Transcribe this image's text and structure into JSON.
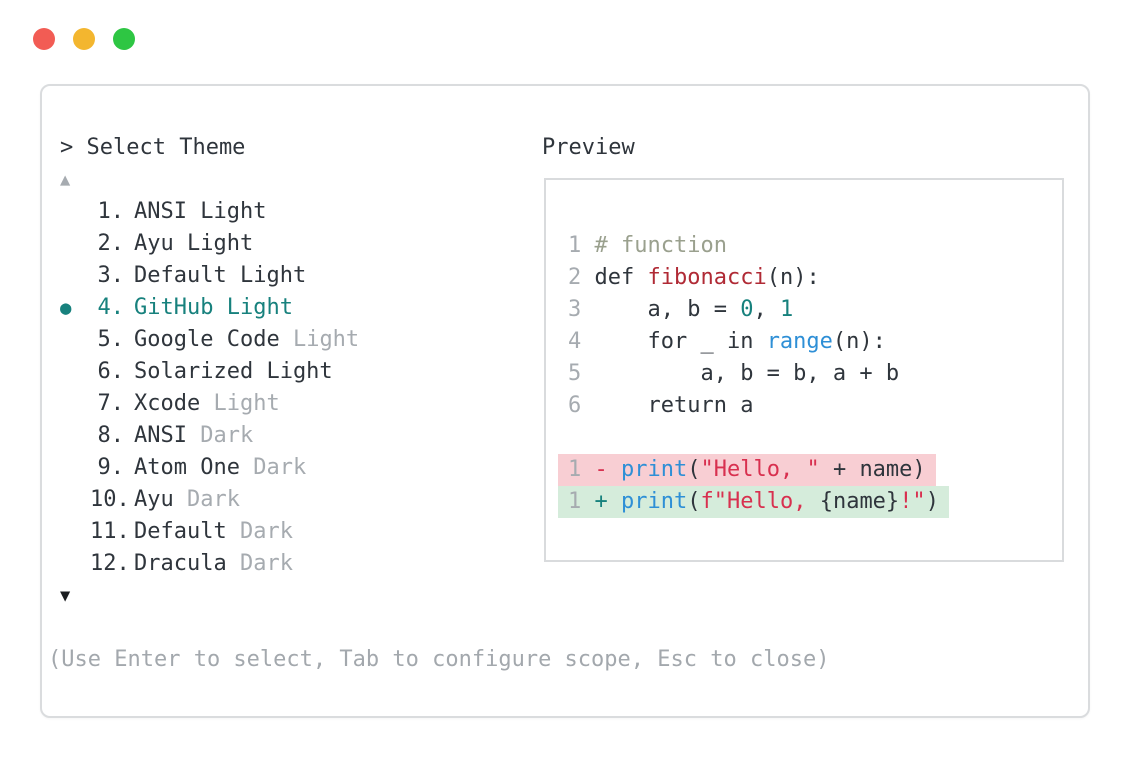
{
  "window": {
    "controls": [
      {
        "name": "close-button",
        "color": "#f25c54"
      },
      {
        "name": "minimize-button",
        "color": "#f3b62f"
      },
      {
        "name": "zoom-button",
        "color": "#2ec643"
      }
    ]
  },
  "prompt": {
    "text": "> Select Theme"
  },
  "scroll": {
    "up_icon": "▲",
    "down_icon": "▼"
  },
  "theme_list": {
    "selected_bullet": "●",
    "selected_index": 3,
    "items": [
      {
        "number": "1",
        "name": "ANSI Light"
      },
      {
        "number": "2",
        "name": "Ayu Light"
      },
      {
        "number": "3",
        "name": "Default Light"
      },
      {
        "number": "4",
        "name": "GitHub Light",
        "selected": true
      },
      {
        "number": "5",
        "name": "Google Code",
        "suffix": "Light"
      },
      {
        "number": "6",
        "name": "Solarized Light"
      },
      {
        "number": "7",
        "name": "Xcode",
        "suffix": "Light"
      },
      {
        "number": "8",
        "name": "ANSI",
        "suffix": "Dark"
      },
      {
        "number": "9",
        "name": "Atom One",
        "suffix": "Dark"
      },
      {
        "number": "10",
        "name": "Ayu",
        "suffix": "Dark"
      },
      {
        "number": "11",
        "name": "Default",
        "suffix": "Dark"
      },
      {
        "number": "12",
        "name": "Dracula",
        "suffix": "Dark"
      }
    ]
  },
  "preview": {
    "title": "Preview",
    "code_lines": [
      {
        "num": "1",
        "tokens": [
          {
            "t": "# function",
            "c": "comment"
          }
        ]
      },
      {
        "num": "2",
        "tokens": [
          {
            "t": "def ",
            "c": "fg"
          },
          {
            "t": "fibonacci",
            "c": "func"
          },
          {
            "t": "(n):",
            "c": "fg"
          }
        ]
      },
      {
        "num": "3",
        "tokens": [
          {
            "t": "    a, b = ",
            "c": "fg"
          },
          {
            "t": "0",
            "c": "number"
          },
          {
            "t": ", ",
            "c": "fg"
          },
          {
            "t": "1",
            "c": "number"
          }
        ]
      },
      {
        "num": "4",
        "tokens": [
          {
            "t": "    for _ in ",
            "c": "fg"
          },
          {
            "t": "range",
            "c": "builtin"
          },
          {
            "t": "(n):",
            "c": "fg"
          }
        ]
      },
      {
        "num": "5",
        "tokens": [
          {
            "t": "        a, b = b, a + b",
            "c": "fg"
          }
        ]
      },
      {
        "num": "6",
        "tokens": [
          {
            "t": "    return a",
            "c": "fg"
          }
        ]
      },
      {
        "num": "",
        "tokens": []
      },
      {
        "num": "1",
        "diff": "del",
        "tokens": [
          {
            "t": "- ",
            "c": "string"
          },
          {
            "t": "print",
            "c": "builtin"
          },
          {
            "t": "(",
            "c": "fg"
          },
          {
            "t": "\"Hello, \"",
            "c": "string"
          },
          {
            "t": " + name)",
            "c": "fg"
          }
        ]
      },
      {
        "num": "1",
        "diff": "add",
        "tokens": [
          {
            "t": "+ ",
            "c": "number"
          },
          {
            "t": "print",
            "c": "builtin"
          },
          {
            "t": "(",
            "c": "fg"
          },
          {
            "t": "f\"Hello, ",
            "c": "string"
          },
          {
            "t": "{name}",
            "c": "fg"
          },
          {
            "t": "!\"",
            "c": "string"
          },
          {
            "t": ")",
            "c": "fg"
          }
        ]
      }
    ]
  },
  "help": {
    "text": "(Use Enter to select, Tab to configure scope, Esc to close)"
  },
  "colors": {
    "accent_teal": "#17817d",
    "text": "#2f353c",
    "muted_gray": "#a6abb0",
    "comment": "#9aa08e",
    "function_name": "#b02a35",
    "builtin_blue": "#2e8fd6",
    "string_red": "#d8304f",
    "diff_removed_bg": "#f8ced3",
    "diff_added_bg": "#d5ecdb",
    "panel_border": "#dadcde",
    "traffic_red": "#f25c54",
    "traffic_yellow": "#f3b62f",
    "traffic_green": "#2ec643"
  }
}
